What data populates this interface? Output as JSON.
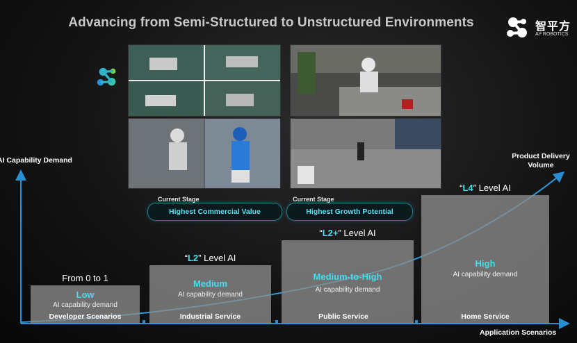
{
  "title": "Advancing from Semi-Structured to Unstructured Environments",
  "brand": {
    "name_cn": "智平方",
    "name_en": "AI² ROBOTICS"
  },
  "y_axis_label": "AI Capability Demand",
  "x_axis_label": "Application Scenarios",
  "curve_label": "Product Delivery Volume",
  "stages": [
    {
      "tag": "Current Stage",
      "value": "Highest Commercial Value"
    },
    {
      "tag": "Current Stage",
      "value": "Highest Growth Potential"
    }
  ],
  "steps": [
    {
      "level_text": "From 0 to 1",
      "level_prefix": "",
      "level_hl": "",
      "level_suffix": "",
      "demand": "Low",
      "demand_sub": "AI capability demand",
      "scenario": "Developer Scenarios"
    },
    {
      "level_text": "",
      "level_prefix": "“",
      "level_hl": "L2",
      "level_suffix": "” Level AI",
      "demand": "Medium",
      "demand_sub": "AI capability demand",
      "scenario": "Industrial Service"
    },
    {
      "level_text": "",
      "level_prefix": "“",
      "level_hl": "L2+",
      "level_suffix": "” Level AI",
      "demand": "Medium-to-High",
      "demand_sub": "AI capability demand",
      "scenario": "Public Service"
    },
    {
      "level_text": "",
      "level_prefix": "“",
      "level_hl": "L4",
      "level_suffix": "” Level AI",
      "demand": "High",
      "demand_sub": "AI capability demand",
      "scenario": "Home Service"
    }
  ],
  "colors": {
    "accent": "#3fe0f0",
    "axis": "#2a8fd0",
    "bar": "#8c8c8c"
  },
  "icons": [
    "brand-logo-icon",
    "brand-mark-icon"
  ]
}
